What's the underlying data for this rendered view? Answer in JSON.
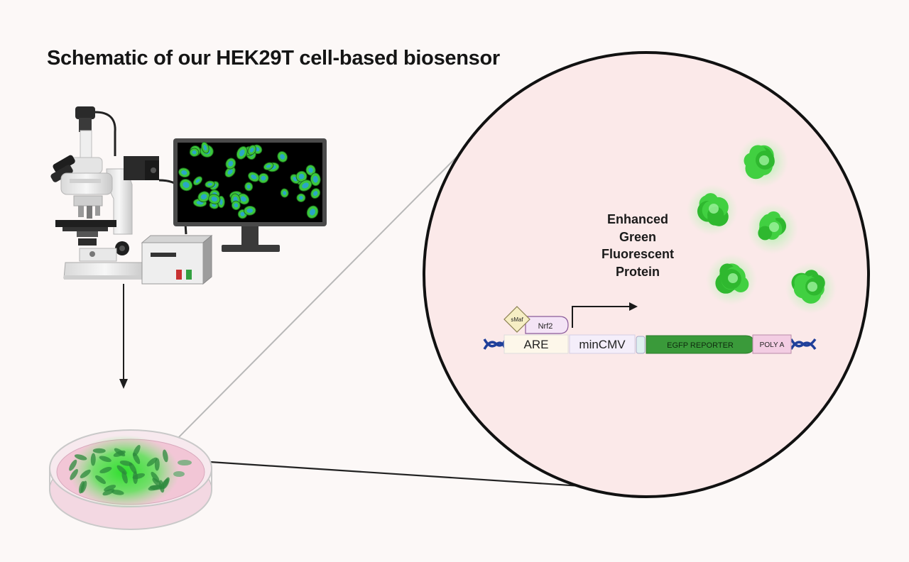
{
  "title": "Schematic of our HEK29T cell-based biosensor",
  "protein_label": [
    "Enhanced",
    "Green",
    "Fluorescent",
    "Protein"
  ],
  "construct": {
    "smaf": "sMaf",
    "nrf2": "Nrf2",
    "are": "ARE",
    "mincmv": "minCMV",
    "egfp": "EGFP REPORTER",
    "polya": "POLY A"
  },
  "colors": {
    "background": "#fcf8f7",
    "zoom_circle_fill": "#fbe9e9",
    "gfp_green": "#3fcf3f",
    "egfp_bar": "#3a9a3a",
    "dna_blue": "#1f3f9a",
    "polya_fill": "#f3cde3",
    "nrf2_fill": "#f4e4f6",
    "smaf_fill": "#f6eec4"
  },
  "icons": {
    "microscope": "microscope-icon",
    "monitor": "monitor-icon",
    "controller": "power-controller-icon",
    "petri_dish": "petri-dish-icon",
    "dna": "dna-helix-icon",
    "protein": "gfp-protein-icon"
  }
}
